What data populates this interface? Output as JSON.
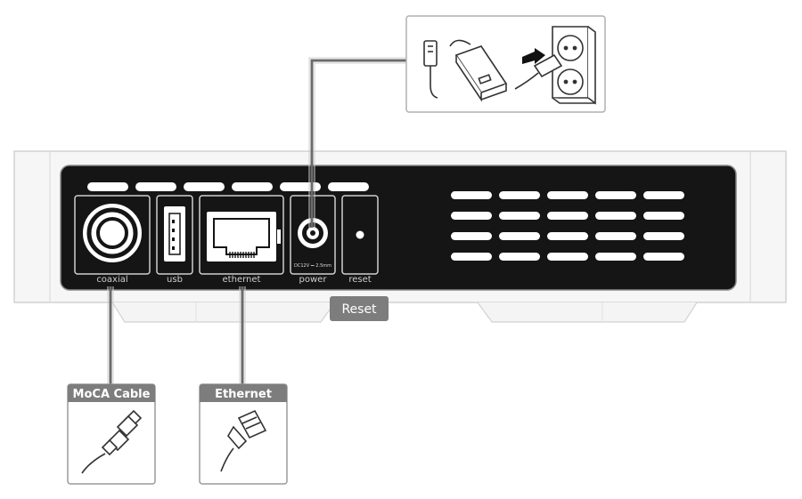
{
  "ports": {
    "coaxial": "coaxial",
    "usb": "usb",
    "ethernet": "ethernet",
    "power": "power",
    "reset": "reset",
    "power_rating": "DC12V ⎓ 2.5mm"
  },
  "callouts": {
    "moca_cable": "MoCA Cable",
    "ethernet": "Ethernet",
    "reset": "Reset"
  },
  "colors": {
    "panel": "#151515",
    "connector_line": "#6b6b6b",
    "badge": "#7d7d7d"
  }
}
